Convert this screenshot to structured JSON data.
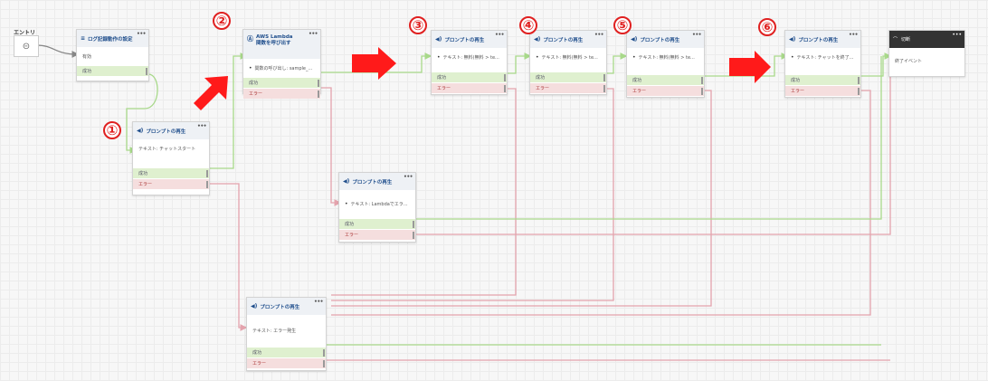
{
  "entry": {
    "label": "エントリ"
  },
  "blocks": {
    "log": {
      "title": "ログ記録動作の設定",
      "body": "有効",
      "success": "成功"
    },
    "p1": {
      "title": "プロンプトの再生",
      "body": "テキスト: チャットスタート",
      "success": "成功",
      "error": "エラー"
    },
    "lambda": {
      "title_line1": "AWS Lambda",
      "title_line2": "関数を呼び出す",
      "body": "関数の呼び出し: sample_...",
      "success": "成功",
      "error": "エラー"
    },
    "p3": {
      "title": "プロンプトの再生",
      "body": "テキスト: 無料(無料 > te...",
      "success": "成功",
      "error": "エラー"
    },
    "p4": {
      "title": "プロンプトの再生",
      "body": "テキスト: 無料(無料 > te...",
      "success": "成功",
      "error": "エラー"
    },
    "p5": {
      "title": "プロンプトの再生",
      "body": "テキスト: 無料(無料 > te...",
      "success": "成功",
      "error": "エラー"
    },
    "p6": {
      "title": "プロンプトの再生",
      "body": "テキスト: チャットを終了...",
      "success": "成功",
      "error": "エラー"
    },
    "plambda": {
      "title": "プロンプトの再生",
      "body": "テキスト: Lambdaでエラ...",
      "success": "成功",
      "error": "エラー"
    },
    "perr": {
      "title": "プロンプトの再生",
      "body": "テキスト: エラー発生",
      "success": "成功",
      "error": "エラー"
    },
    "disconnect": {
      "title": "切断",
      "body": "終了イベント"
    }
  },
  "markers": [
    "①",
    "②",
    "③",
    "④",
    "⑤",
    "⑥"
  ],
  "colors": {
    "success_wire": "#a8d98a",
    "error_wire": "#e4a3ad",
    "entry_wire": "#888888",
    "marker": "#e02020",
    "arrow": "#ff1a1a"
  }
}
